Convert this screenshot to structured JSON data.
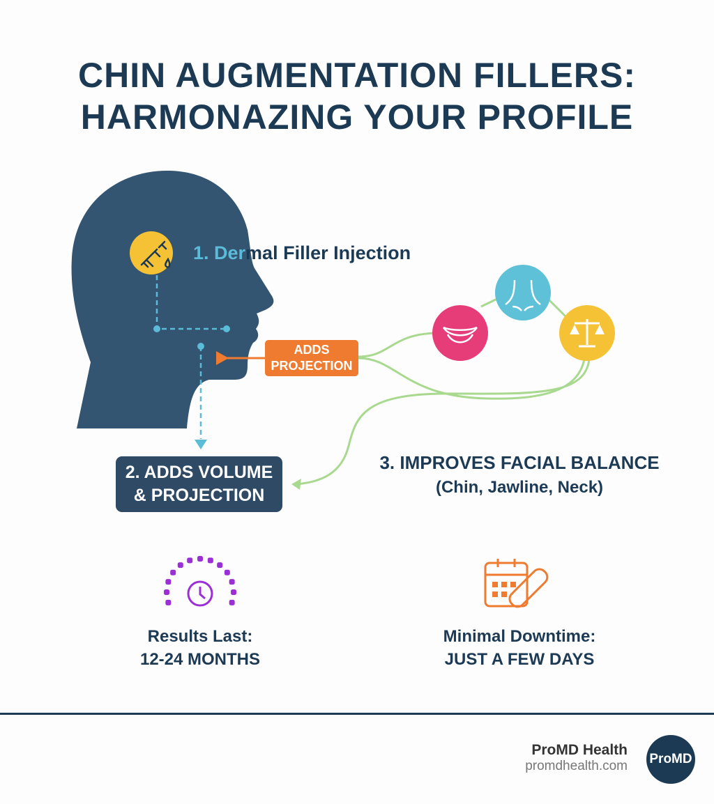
{
  "title": {
    "line1": "CHIN AUGMENTATION FILLERS:",
    "line2": "HARMONAZING YOUR PROFILE"
  },
  "step1": {
    "prefix": "1. Der",
    "rest": "mal Filler Injection",
    "icon": "syringe-icon"
  },
  "callout": {
    "line1": "ADDS",
    "line2": "PROJECTION"
  },
  "step2": {
    "line1": "2. ADDS VOLUME",
    "line2": "& PROJECTION"
  },
  "step3": {
    "title": "3. IMPROVES FACIAL BALANCE",
    "subtitle": "(Chin, Jawline, Neck)"
  },
  "feature_icons": [
    "lips-icon",
    "neck-icon",
    "balance-scale-icon"
  ],
  "results": {
    "label": "Results Last:",
    "value": "12-24 MONTHS",
    "icon": "clock-icon"
  },
  "downtime": {
    "label": "Minimal Downtime:",
    "value": "JUST A FEW DAYS",
    "icon": "calendar-bandage-icon"
  },
  "footer": {
    "brand": "ProMD Health",
    "url": "promdhealth.com",
    "logo": "ProMD"
  },
  "colors": {
    "navy": "#1d3a55",
    "head": "#345571",
    "orange": "#ef7b30",
    "green": "#a8d98f",
    "pink": "#e63c78",
    "blue": "#5ec1d8",
    "yellow": "#f6c235",
    "purple": "#9b2fd6"
  }
}
